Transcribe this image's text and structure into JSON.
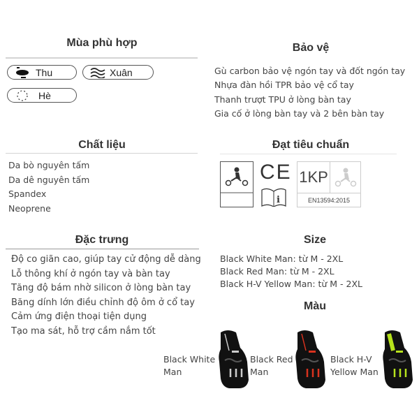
{
  "seasons": {
    "title": "Mùa phù hợp",
    "items": [
      {
        "label": "Thu",
        "icon": "cloud-icon"
      },
      {
        "label": "Xuân",
        "icon": "wind-icon"
      },
      {
        "label": "Hè",
        "icon": "sun-icon"
      }
    ]
  },
  "protection": {
    "title": "Bảo vệ",
    "items": [
      "Gù carbon bảo vệ ngón tay và đốt ngón tay",
      "Nhựa đàn hồi TPR bảo vệ cổ tay",
      "Thanh trượt TPU ở lòng bàn tay",
      "Gia cố ở lòng bàn tay và 2 bên bàn tay"
    ]
  },
  "material": {
    "title": "Chất liệu",
    "items": [
      "Da bò nguyên tấm",
      "Da dê nguyên tấm",
      "Spandex",
      "Neoprene"
    ]
  },
  "standard": {
    "title": "Đạt tiêu chuẩn",
    "level": "1KP",
    "norm": "EN13594:2015"
  },
  "features": {
    "title": "Đặc trưng",
    "items": [
      "Độ co giãn cao, giúp tay cử động dễ dàng",
      "Lỗ thông khí ở ngón tay và bàn tay",
      "Tăng độ bám nhờ silicon ở lòng bàn tay",
      "Băng dính lớn điều chỉnh độ ôm ở cổ tay",
      "Cảm ứng điện thoại tiện dụng",
      "Tạo ma sát, hỗ trợ cầm nắm tốt"
    ]
  },
  "size": {
    "title": "Size",
    "items": [
      "Black White Man: từ M - 2XL",
      "Black Red Man: từ M - 2XL",
      "Black H-V Yellow Man: từ M - 2XL"
    ]
  },
  "colors": {
    "title": "Màu",
    "items": [
      {
        "label": "Black White Man",
        "accent": "#cccccc"
      },
      {
        "label": "Black Red Man",
        "accent": "#d8321e"
      },
      {
        "label": "Black H-V Yellow Man",
        "accent": "#b7e31c"
      }
    ]
  }
}
